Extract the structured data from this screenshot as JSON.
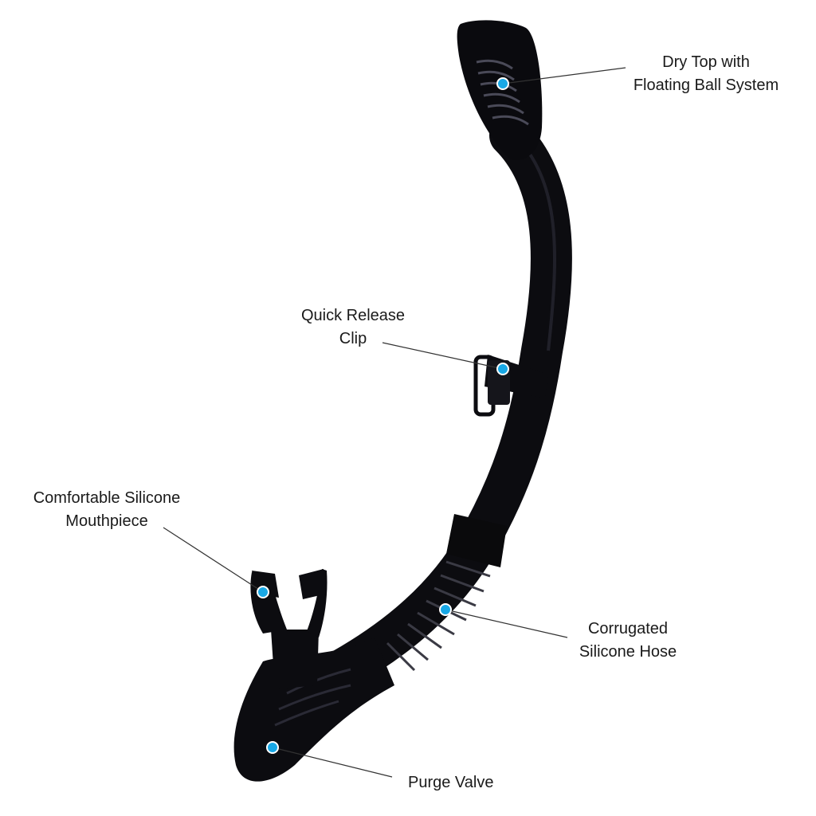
{
  "colors": {
    "marker": "#18a8e6",
    "product": "#0c0c10",
    "leader_line": "#333333"
  },
  "callouts": [
    {
      "id": "dry-top",
      "lines": [
        "Dry Top with",
        "Floating Ball System"
      ]
    },
    {
      "id": "quick-release-clip",
      "lines": [
        "Quick Release",
        "Clip"
      ]
    },
    {
      "id": "mouthpiece",
      "lines": [
        "Comfortable Silicone",
        "Mouthpiece"
      ]
    },
    {
      "id": "corrugated-hose",
      "lines": [
        "Corrugated",
        "Silicone Hose"
      ]
    },
    {
      "id": "purge-valve",
      "lines": [
        "Purge Valve"
      ]
    }
  ]
}
